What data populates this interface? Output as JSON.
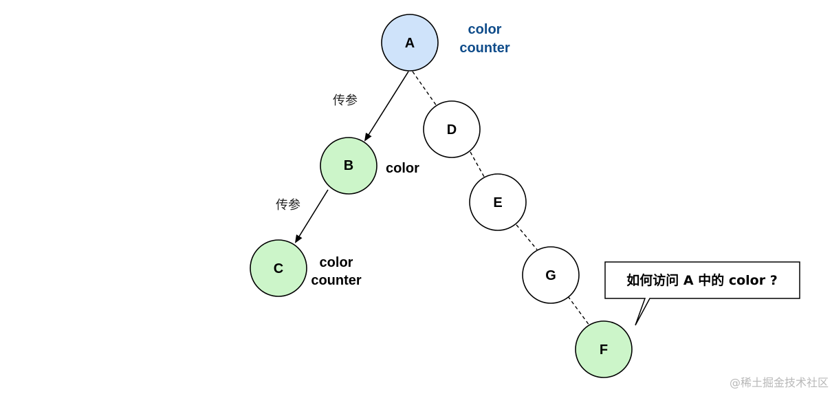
{
  "colors": {
    "node_blue": "#cfe3fa",
    "node_green": "#ccf5c9",
    "node_white": "#ffffff",
    "label_blue": "#0f4c8a",
    "label_black": "#000000"
  },
  "nodes": {
    "a": {
      "label": "A",
      "fill": "blue"
    },
    "b": {
      "label": "B",
      "fill": "green"
    },
    "c": {
      "label": "C",
      "fill": "green"
    },
    "d": {
      "label": "D",
      "fill": "white"
    },
    "e": {
      "label": "E",
      "fill": "white"
    },
    "g": {
      "label": "G",
      "fill": "white"
    },
    "f": {
      "label": "F",
      "fill": "green"
    }
  },
  "annotations": {
    "a_line1": "color",
    "a_line2": "counter",
    "b_line1": "color",
    "c_line1": "color",
    "c_line2": "counter"
  },
  "edges": {
    "a_to_b_label": "传参",
    "b_to_c_label": "传参"
  },
  "callout": {
    "text": "如何访问 A 中的 color ?"
  },
  "watermark": "@稀土掘金技术社区"
}
